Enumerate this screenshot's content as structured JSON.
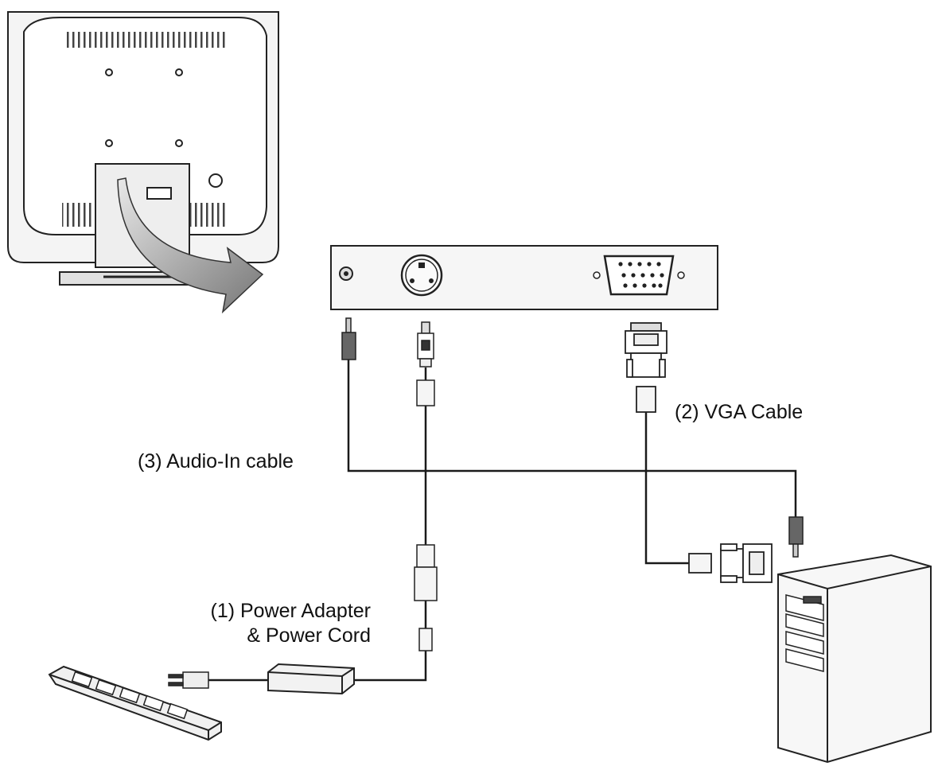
{
  "labels": {
    "vga_cable": "(2) VGA Cable",
    "audio_cable": "(3) Audio-In cable",
    "power_line1": "(1) Power Adapter",
    "power_line2": "& Power Cord"
  },
  "colors": {
    "line": "#1a1a1a",
    "panel_fill": "#f2f2f2",
    "arrow_fill": "#8a8a8a",
    "plug_dark": "#555555"
  }
}
